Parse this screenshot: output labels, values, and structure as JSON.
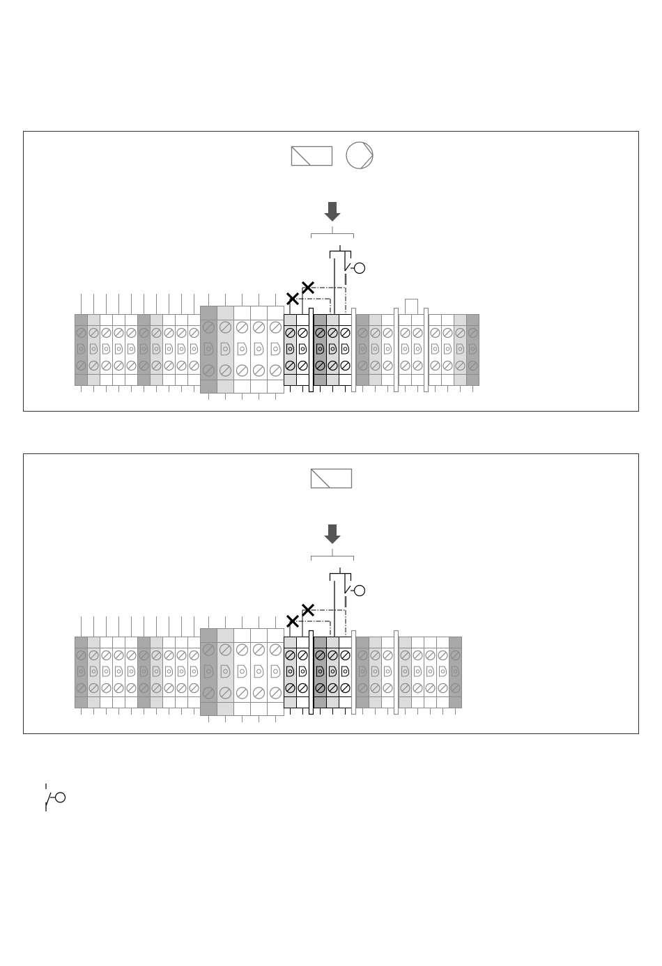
{
  "colors": {
    "dark": "#a9a9a9",
    "light": "#dcdcdc",
    "white": "#ffffff",
    "line": "#8a8a8a",
    "ink": "#000000",
    "arrow": "#555555"
  },
  "panels": [
    {
      "name": "panel-valve-and-pump",
      "symbols": [
        "valve-icon",
        "pump-icon"
      ],
      "has_top_box": true,
      "groups": [
        {
          "size": "small",
          "style": "normal",
          "colors": [
            "d",
            "l",
            "w",
            "w",
            "w",
            "d",
            "l",
            "w",
            "w",
            "w"
          ]
        },
        {
          "size": "large",
          "style": "normal",
          "colors": [
            "d",
            "l",
            "w",
            "w",
            "w"
          ]
        },
        {
          "size": "small",
          "style": "highlight",
          "colors": [
            "l",
            "w"
          ]
        },
        {
          "size": "small",
          "style": "highlight",
          "sep_before": true,
          "colors": [
            "d",
            "l",
            "w"
          ]
        },
        {
          "size": "small",
          "style": "faded",
          "sep_before": true,
          "colors": [
            "d",
            "l",
            "w"
          ]
        },
        {
          "size": "small",
          "style": "faded",
          "sep_before": true,
          "colors": [
            "w",
            "w"
          ]
        },
        {
          "size": "small",
          "style": "faded",
          "sep_before": true,
          "colors": [
            "w",
            "w",
            "l",
            "d"
          ]
        }
      ]
    },
    {
      "name": "panel-valve-only",
      "symbols": [
        "valve-icon"
      ],
      "has_top_box": false,
      "groups": [
        {
          "size": "small",
          "style": "normal",
          "colors": [
            "d",
            "l",
            "w",
            "w",
            "w",
            "d",
            "l",
            "w",
            "w",
            "w"
          ]
        },
        {
          "size": "large",
          "style": "normal",
          "colors": [
            "d",
            "l",
            "w",
            "w",
            "w"
          ]
        },
        {
          "size": "small",
          "style": "highlight",
          "colors": [
            "l",
            "w"
          ]
        },
        {
          "size": "small",
          "style": "highlight",
          "sep_before": true,
          "colors": [
            "d",
            "l",
            "w"
          ]
        },
        {
          "size": "small",
          "style": "faded",
          "sep_before": true,
          "colors": [
            "d",
            "l",
            "w"
          ]
        },
        {
          "size": "small",
          "style": "faded",
          "sep_before": true,
          "colors": [
            "l",
            "w",
            "w",
            "w",
            "d"
          ]
        }
      ]
    }
  ],
  "legend": {
    "symbol": "switch-contact-icon"
  }
}
